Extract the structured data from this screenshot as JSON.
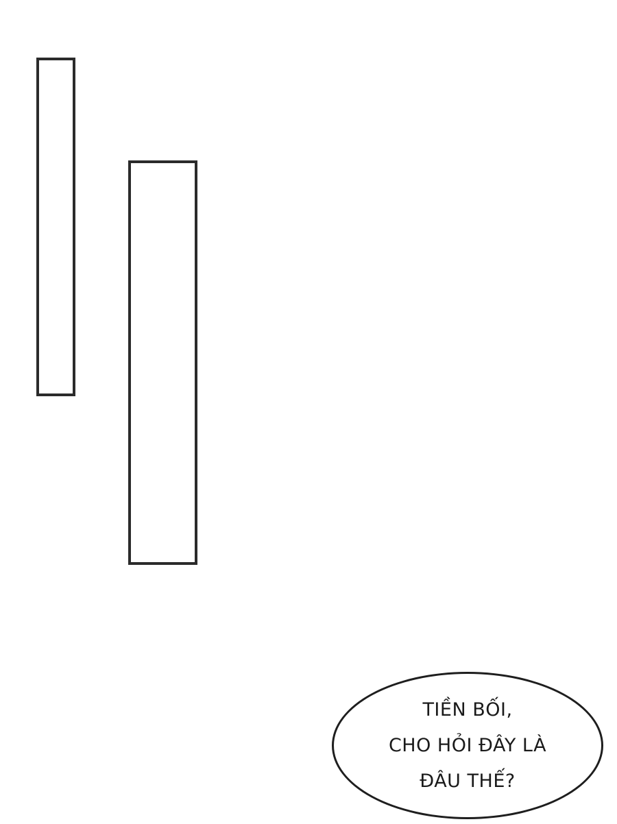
{
  "speech_bubble": {
    "lines": [
      "TIỀN BỐI,",
      "CHO HỎI ĐÂY LÀ",
      "ĐÂU THẾ?"
    ]
  }
}
